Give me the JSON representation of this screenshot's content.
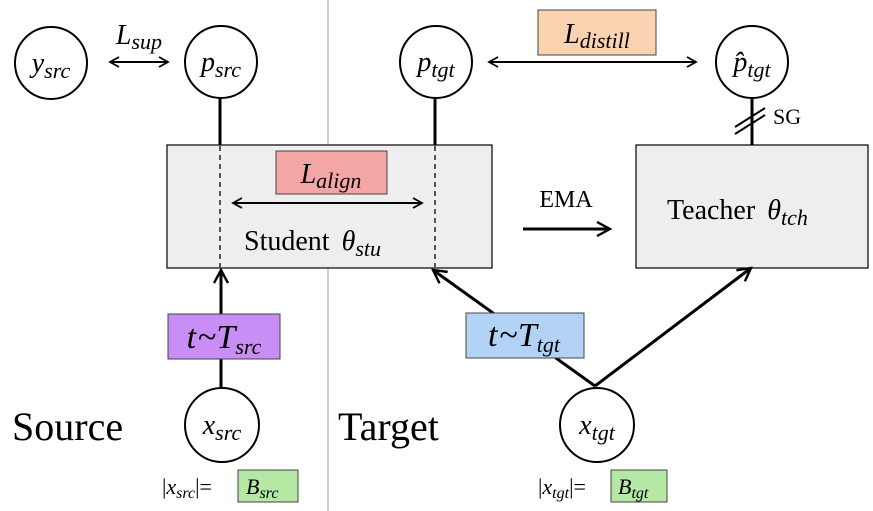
{
  "regions": {
    "source": "Source",
    "target": "Target"
  },
  "nodes": {
    "y_src": {
      "base": "y",
      "sub": "src"
    },
    "p_src": {
      "base": "p",
      "sub": "src"
    },
    "p_tgt": {
      "base": "p",
      "sub": "tgt"
    },
    "p_hat_tgt": {
      "base": "p̂",
      "sub": "tgt"
    },
    "x_src": {
      "base": "x",
      "sub": "src"
    },
    "x_tgt": {
      "base": "x",
      "sub": "tgt"
    }
  },
  "losses": {
    "sup": {
      "base": "L",
      "sub": "sup"
    },
    "distill": {
      "base": "L",
      "sub": "distill"
    },
    "align": {
      "base": "L",
      "sub": "align"
    }
  },
  "blocks": {
    "student": {
      "label": "Student",
      "param": "θ",
      "sub": "stu"
    },
    "teacher": {
      "label": "Teacher",
      "param": "θ",
      "sub": "tch"
    }
  },
  "ema_label": "EMA",
  "sg_label": "SG",
  "transforms": {
    "src": {
      "t": "t",
      "tilde": "~",
      "T": "T",
      "sub": "src"
    },
    "tgt": {
      "t": "t",
      "tilde": "~",
      "T": "T",
      "sub": "tgt"
    }
  },
  "batch": {
    "src": {
      "bar": "|",
      "x": "x",
      "xsub": "src",
      "eq": "=",
      "B": "B",
      "bsub": "src"
    },
    "tgt": {
      "bar": "|",
      "x": "x",
      "xsub": "tgt",
      "eq": "=",
      "B": "B",
      "bsub": "tgt"
    }
  },
  "colors": {
    "align_box": "#f4a6a6",
    "distill_box": "#fbd3b0",
    "t_src_box": "#c88ef5",
    "t_tgt_box": "#b3d3f6",
    "batch_box": "#b5e8a4",
    "block_fill": "#eeeeee",
    "divider": "#999999"
  }
}
